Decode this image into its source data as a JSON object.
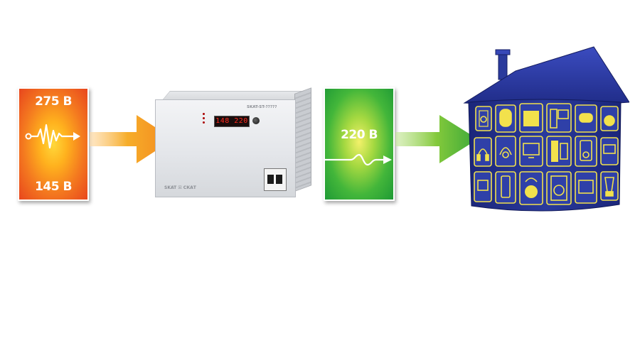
{
  "input": {
    "max_voltage": "275 В",
    "min_voltage": "145 В"
  },
  "device": {
    "display_value": "148 220",
    "model_label": "SKAT-ST-?????",
    "brand": "SKAT ☒ СКАТ"
  },
  "output": {
    "voltage": "220 В"
  },
  "colors": {
    "input_gradient": [
      "#ffd83a",
      "#f47a1f",
      "#e8461e"
    ],
    "input_arrow": [
      "#f0a620",
      "#f58a1f"
    ],
    "output_gradient": [
      "#f3f16a",
      "#43b63a",
      "#1e9a35"
    ],
    "output_arrow": [
      "#8ccf3a",
      "#3daa3a"
    ],
    "house_blue": "#2a3a9c",
    "appliance_yellow": "#f2e14c"
  },
  "house": {
    "appliance_icons": [
      "washing-machine-icon",
      "water-heater-icon",
      "microwave-icon",
      "computer-icon",
      "game-controller-icon",
      "vacuum-robot-icon",
      "headphones-icon",
      "headset-icon",
      "tv-icon",
      "speaker-system-icon",
      "music-player-icon",
      "monitor-icon",
      "printer-icon",
      "phone-icon",
      "vacuum-cleaner-icon",
      "washer-icon",
      "oven-icon",
      "blender-icon"
    ]
  }
}
